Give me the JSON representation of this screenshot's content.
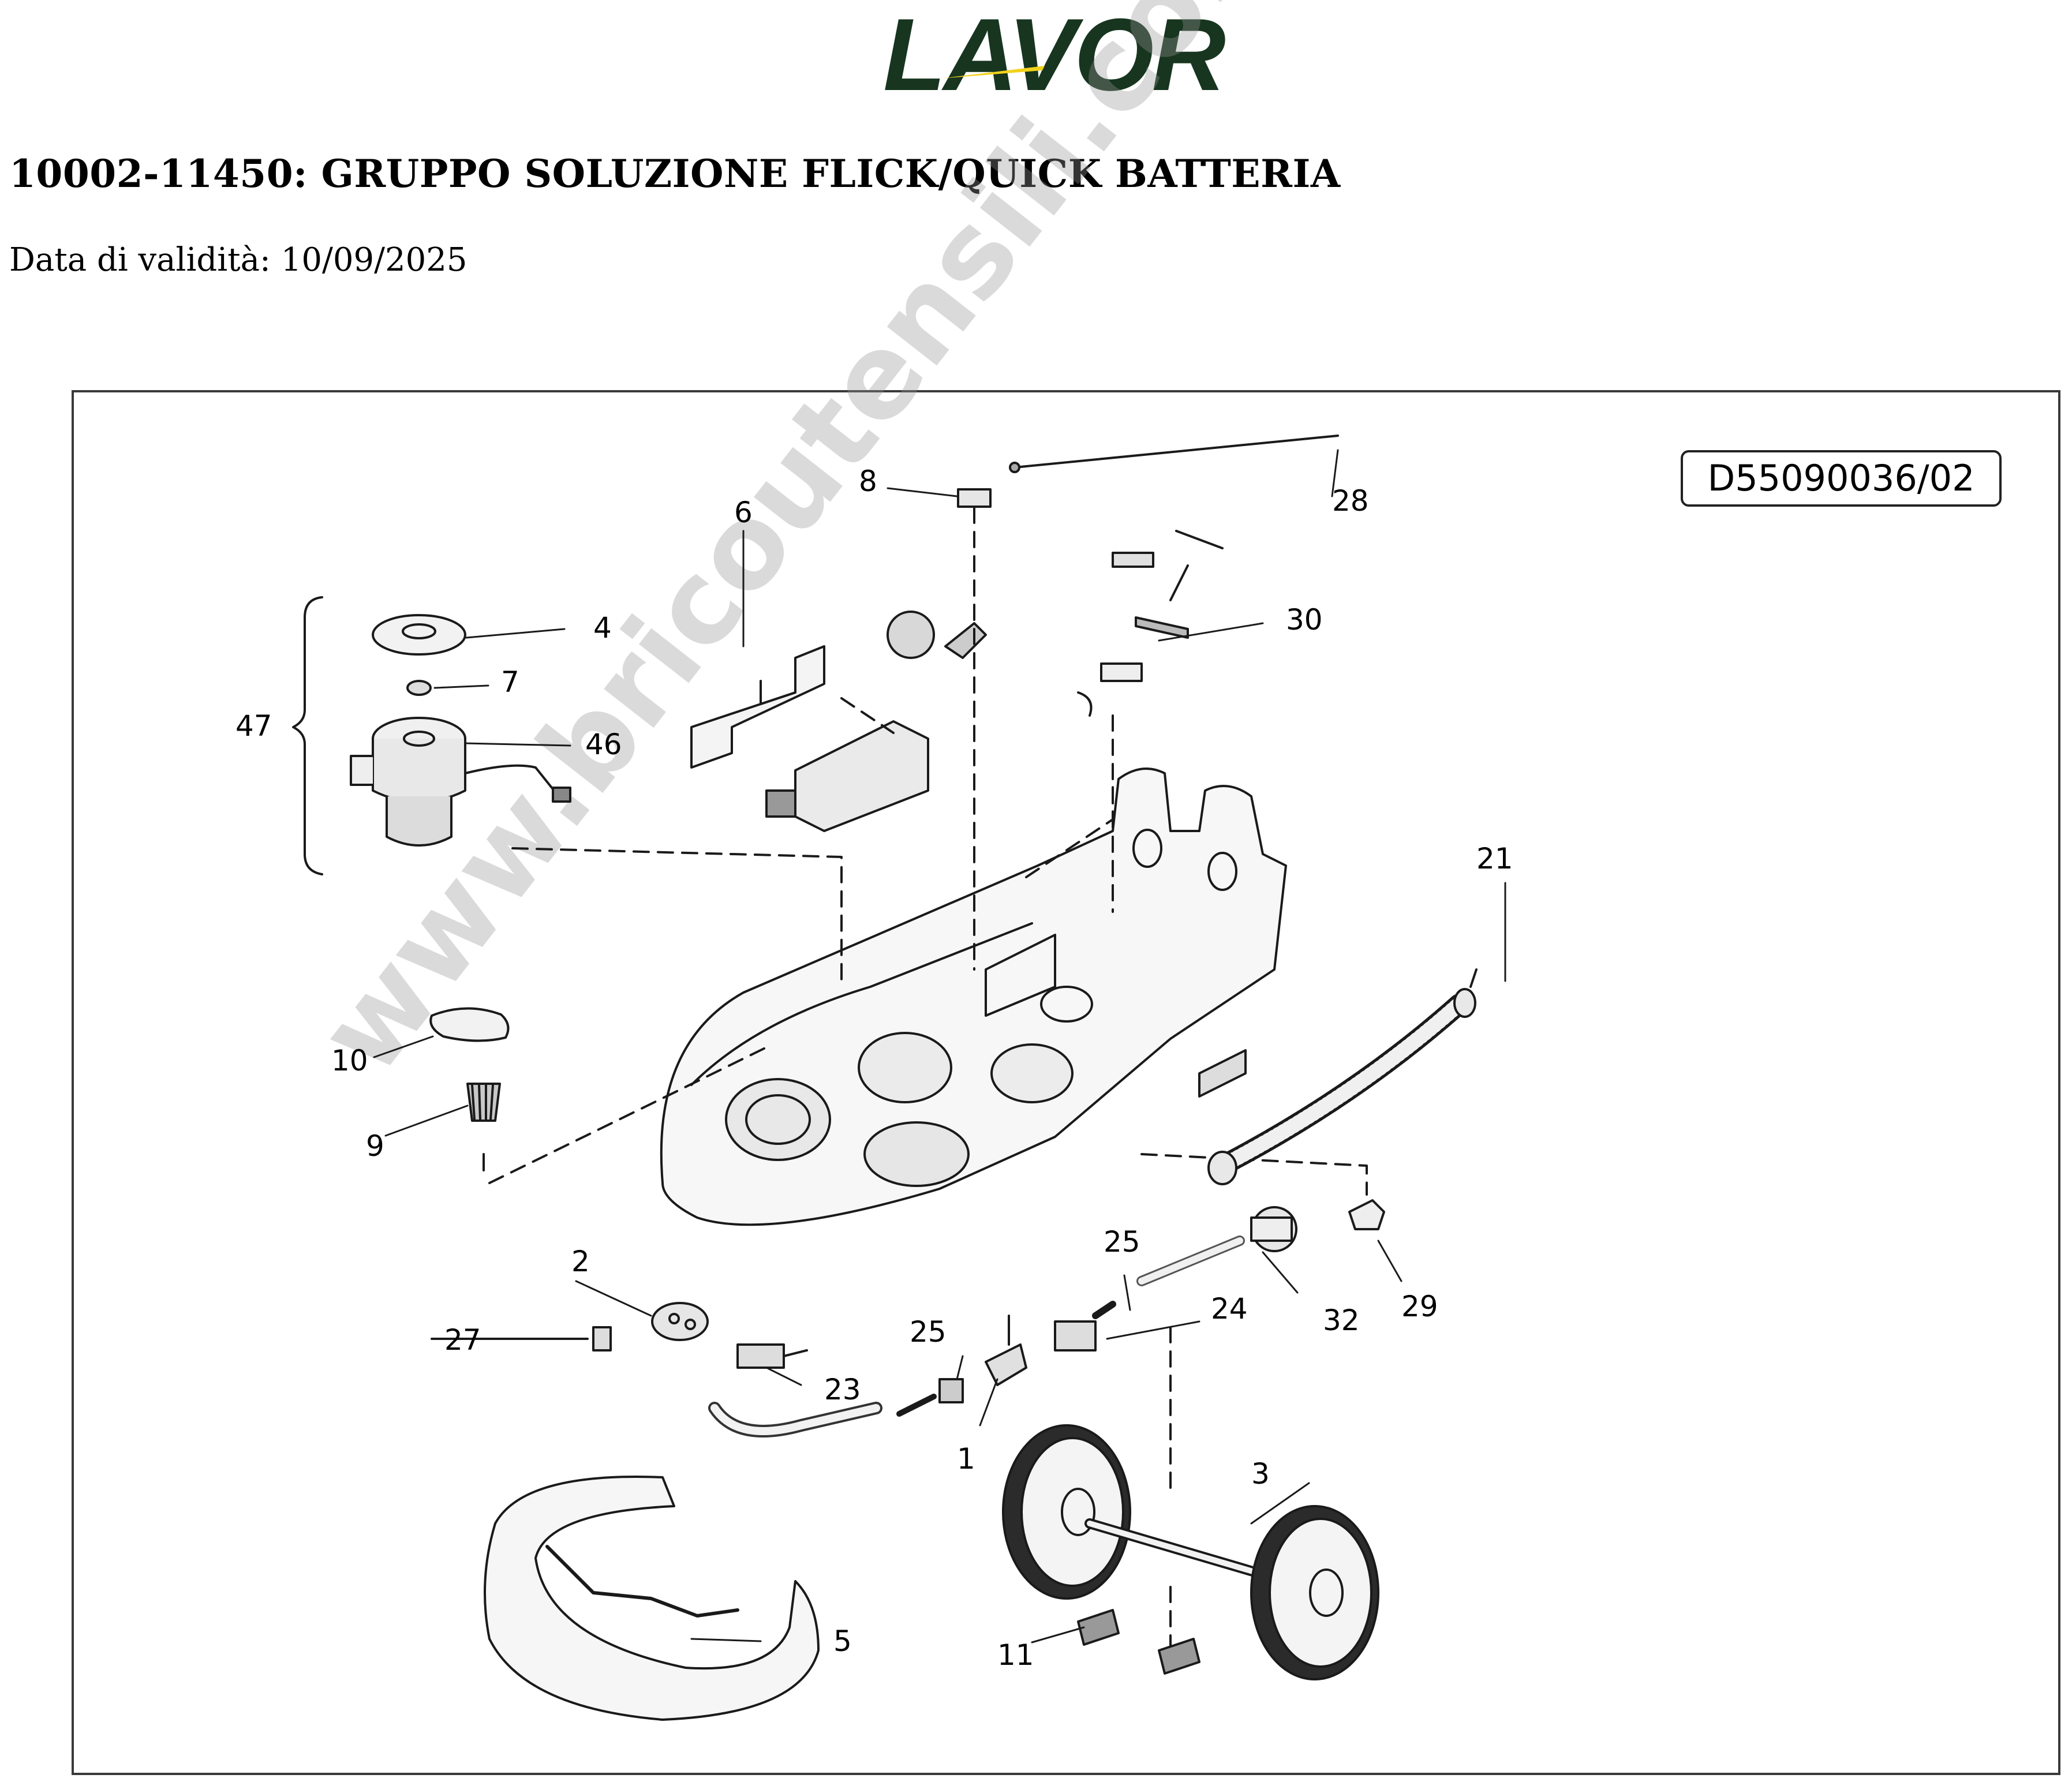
{
  "brand": {
    "logo_text": "LAVOR",
    "logo_color": "#17351f",
    "accent_color": "#f2d21b"
  },
  "header": {
    "title": "10002-11450: GRUPPO SOLUZIONE FLICK/QUICK BATTERIA",
    "validity": "Data di validità: 10/09/2025"
  },
  "diagram": {
    "drawing_code": "D55090036/02",
    "watermark": "www.bricoutensili.com",
    "callouts": {
      "c1": "1",
      "c2": "2",
      "c3": "3",
      "c4": "4",
      "c5": "5",
      "c6": "6",
      "c7": "7",
      "c8": "8",
      "c9": "9",
      "c10": "10",
      "c11": "11",
      "c21": "21",
      "c23": "23",
      "c24": "24",
      "c25a": "25",
      "c25b": "25",
      "c27": "27",
      "c28": "28",
      "c29": "29",
      "c30": "30",
      "c32": "32",
      "c46": "46",
      "c47": "47"
    }
  }
}
